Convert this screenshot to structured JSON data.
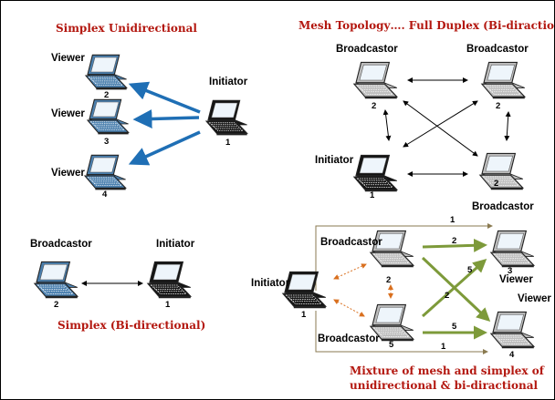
{
  "titles": {
    "simplex_uni": "Simplex Unidirectional",
    "mesh": "Mesh Topology…. Full Duplex (Bi-diractional)",
    "simplex_bi": "Simplex (Bi-directional)",
    "mixture_line1": "Mixture of mesh and simplex of",
    "mixture_line2": "unidirectional & bi-diractional"
  },
  "labels": {
    "viewer": "Viewer",
    "initiator": "Initiator",
    "broadcastor": "Broadcastor"
  },
  "numbers": {
    "n1": "1",
    "n2": "2",
    "n3": "3",
    "n4": "4",
    "n5": "5"
  },
  "colors": {
    "title_red": "#b3170f",
    "simplex_blue": "#1f6fb5",
    "mixed_green": "#7d9a3a",
    "mixed_olive": "#8a7a50",
    "mixed_orange": "#d96f1e"
  }
}
